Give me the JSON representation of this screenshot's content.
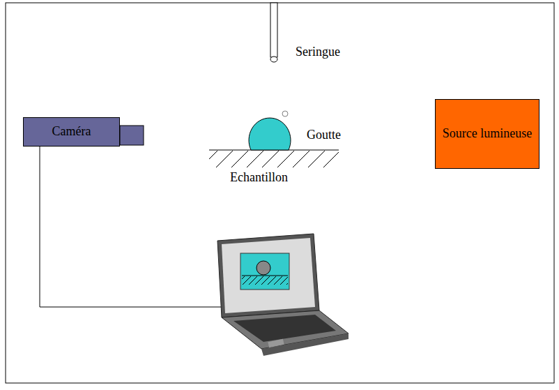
{
  "diagram": {
    "nodes": [
      {
        "text": [
          "Caméra"
        ]
      },
      {
        "text": [
          "Source lumineuse"
        ]
      }
    ],
    "labels": [
      "Seringue",
      "Goutte",
      "Echantillon"
    ]
  }
}
